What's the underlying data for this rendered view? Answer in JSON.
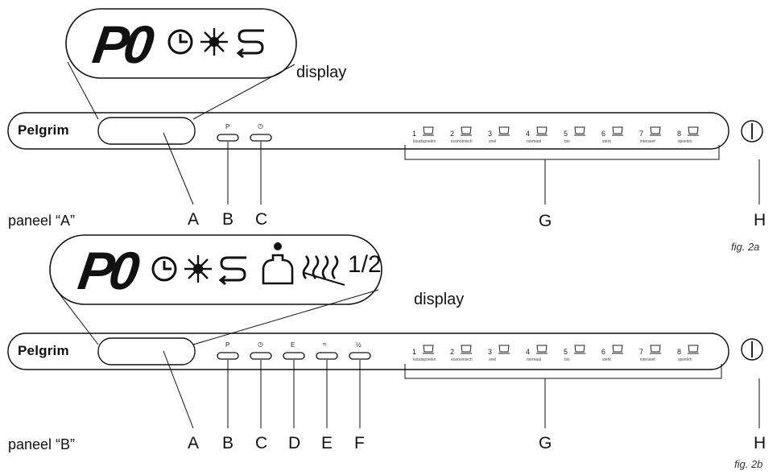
{
  "brand": "Pelgrim",
  "display_word": "display",
  "display_readout": "P0",
  "panel_a": {
    "title": "paneel “A”",
    "figure": "fig. 2a",
    "button_marks": [
      "P",
      "◷"
    ],
    "callouts": [
      "A",
      "B",
      "C",
      "G",
      "H"
    ],
    "programs": [
      {
        "num": "1",
        "name": "koudspoelen"
      },
      {
        "num": "2",
        "name": "economisch"
      },
      {
        "num": "3",
        "name": "snel"
      },
      {
        "num": "4",
        "name": "normaal"
      },
      {
        "num": "5",
        "name": "bio"
      },
      {
        "num": "6",
        "name": "sterk"
      },
      {
        "num": "7",
        "name": "intensief"
      },
      {
        "num": "8",
        "name": "spoelen"
      }
    ]
  },
  "panel_b": {
    "title": "paneel “B”",
    "figure": "fig. 2b",
    "button_marks": [
      "P",
      "◷",
      "E",
      "≈",
      "½"
    ],
    "half_symbol": "1/2",
    "callouts": [
      "A",
      "B",
      "C",
      "D",
      "E",
      "F",
      "G",
      "H"
    ],
    "programs": [
      {
        "num": "1",
        "name": "koudspoelen"
      },
      {
        "num": "2",
        "name": "economisch"
      },
      {
        "num": "3",
        "name": "snel"
      },
      {
        "num": "4",
        "name": "normaal"
      },
      {
        "num": "5",
        "name": "bio"
      },
      {
        "num": "6",
        "name": "sterk"
      },
      {
        "num": "7",
        "name": "intensief"
      },
      {
        "num": "8",
        "name": "spoelen"
      }
    ]
  },
  "icons": {
    "display_a": [
      "clock-icon",
      "sun-icon",
      "salt-icon"
    ],
    "display_b": [
      "clock-icon",
      "sun-icon",
      "salt-icon",
      "rinse-aid-icon",
      "drying-icon"
    ],
    "power": "power-icon"
  }
}
